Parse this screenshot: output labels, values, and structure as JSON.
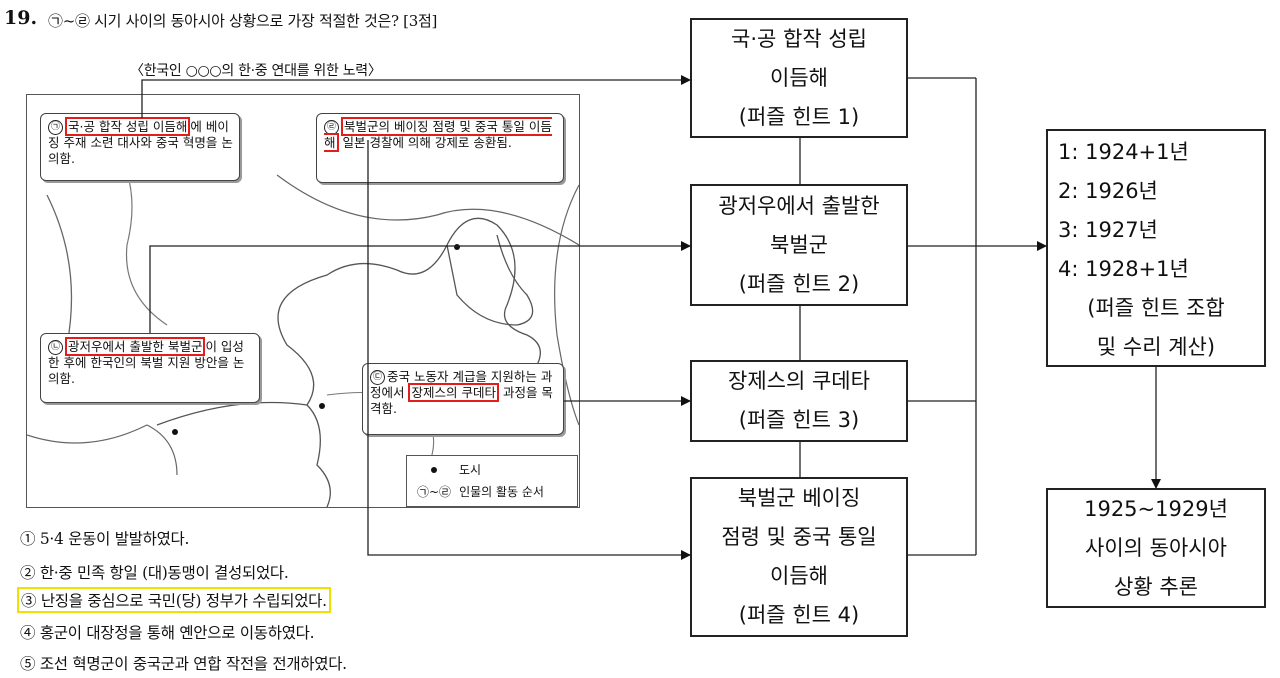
{
  "question": {
    "number": "19.",
    "text": "㉠~㉣ 시기 사이의 동아시아 상황으로 가장 적절한 것은? [3점]"
  },
  "map": {
    "caption": "〈한국인 ○○○의 한·중 연대를 위한 노력〉",
    "callouts": {
      "a": {
        "marker": "㉠",
        "highlight": "국·공 합작 성립 이듬해",
        "rest": "에 베이징 주재 소련 대사와 중국 혁명을 논의함."
      },
      "b": {
        "marker": "㉡",
        "highlight": "광저우에서 출발한 북벌군",
        "rest": "이 입성한 후에 한국인의 북벌 지원 방안을 논의함."
      },
      "c": {
        "marker": "㉢",
        "pre": "중국 노동자 계급을 지원하는 과정에서 ",
        "highlight": "장제스의 쿠데타",
        "rest": " 과정을 목격함."
      },
      "d": {
        "marker": "㉣",
        "highlight": "북벌군의 베이징 점령 및 중국 통일 이듬해",
        "rest": " 일본 경찰에 의해 강제로 송환됨."
      }
    },
    "legend": {
      "city": "도시",
      "order_marker": "㉠~㉣",
      "order_label": "인물의 활동 순서"
    }
  },
  "options": [
    "① 5·4 운동이 발발하였다.",
    "② 한·중 민족 항일 (대)동맹이 결성되었다.",
    "③ 난징을 중심으로 국민(당) 정부가 수립되었다.",
    "④ 홍군이 대장정을 통해 옌안으로 이동하였다.",
    "⑤ 조선 혁명군이 중국군과 연합 작전을 전개하였다."
  ],
  "selected_option": 3,
  "hints": [
    {
      "lines": [
        "국·공 합작 성립",
        "이듬해",
        "(퍼즐 힌트 1)"
      ]
    },
    {
      "lines": [
        "광저우에서 출발한",
        "북벌군",
        "(퍼즐 힌트 2)"
      ]
    },
    {
      "lines": [
        "장제스의 쿠데타",
        "(퍼즐 힌트 3)"
      ]
    },
    {
      "lines": [
        "북벌군 베이징",
        "점령 및 중국 통일",
        "이듬해",
        "(퍼즐 힌트 4)"
      ]
    }
  ],
  "result": {
    "items": [
      "1:  1924+1년",
      "2:  1926년",
      "3:  1927년",
      "4:  1928+1년"
    ],
    "note": [
      "(퍼즐 힌트 조합",
      "및 수리 계산)"
    ]
  },
  "conclusion": [
    "1925~1929년",
    "사이의 동아시아",
    "상황 추론"
  ],
  "colors": {
    "highlight_red": "#e31c1c",
    "selected_yellow": "#f0e000",
    "line": "#222222"
  }
}
